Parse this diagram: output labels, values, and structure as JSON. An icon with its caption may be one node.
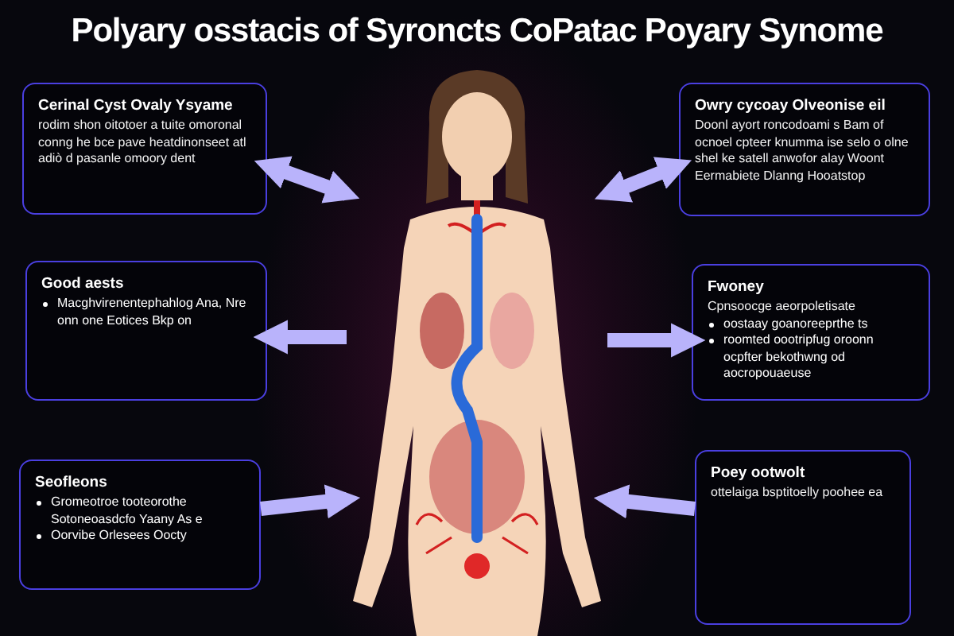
{
  "diagram": {
    "title": "Polyary osstacis of Syroncts CoPatac Poyary Synome",
    "nodes": [
      {
        "text": [
          "Cerinal Cyst Ovaly Ysyame",
          "rodim shon oitotoer a tuite omoronal conng he bce pave heatdinonseet atl adiò d pasanle omoory dent"
        ]
      },
      {
        "text": [
          "Owry cycoay Olveonise eil",
          "Doonl ayort roncodoami s Bam of ocnoel cpteer knumma ise selo o olne shel ke satell anwofor alay Woont Eermabiete Dlanng Hooatstop"
        ]
      },
      {
        "text": [
          "Good aests",
          "Macghvirenentephahlog Ana, Nre onn one Eotices Bkp on"
        ]
      },
      {
        "text": [
          "Fwoney",
          "Cpnsoocge aeorpoletisate",
          "oostaay goanoreeprthe ts",
          "roomted oootripfug oroonn ocpfter bekothwng od aocropouaeuse"
        ]
      },
      {
        "text": [
          "Seofleons",
          "Gromeotroe tooteorothe Sotoneoasdcfo Yaany As e",
          "Oorvibe Orlesees Oocty"
        ]
      },
      {
        "text": [
          "Poey ootwolt",
          "ottelaiga bsptitoelly poohee ea"
        ]
      },
      {
        "text": [],
        "shape": "picture"
      }
    ],
    "edges": [
      {
        "from": 0,
        "to": 6,
        "arrow": "both"
      },
      {
        "from": 1,
        "to": 6,
        "arrow": "both"
      },
      {
        "from": 6,
        "to": 2,
        "arrow": "to"
      },
      {
        "from": 6,
        "to": 3,
        "arrow": "to"
      },
      {
        "from": 4,
        "to": 6,
        "arrow": "to"
      },
      {
        "from": 5,
        "to": 6,
        "arrow": "to"
      }
    ]
  }
}
